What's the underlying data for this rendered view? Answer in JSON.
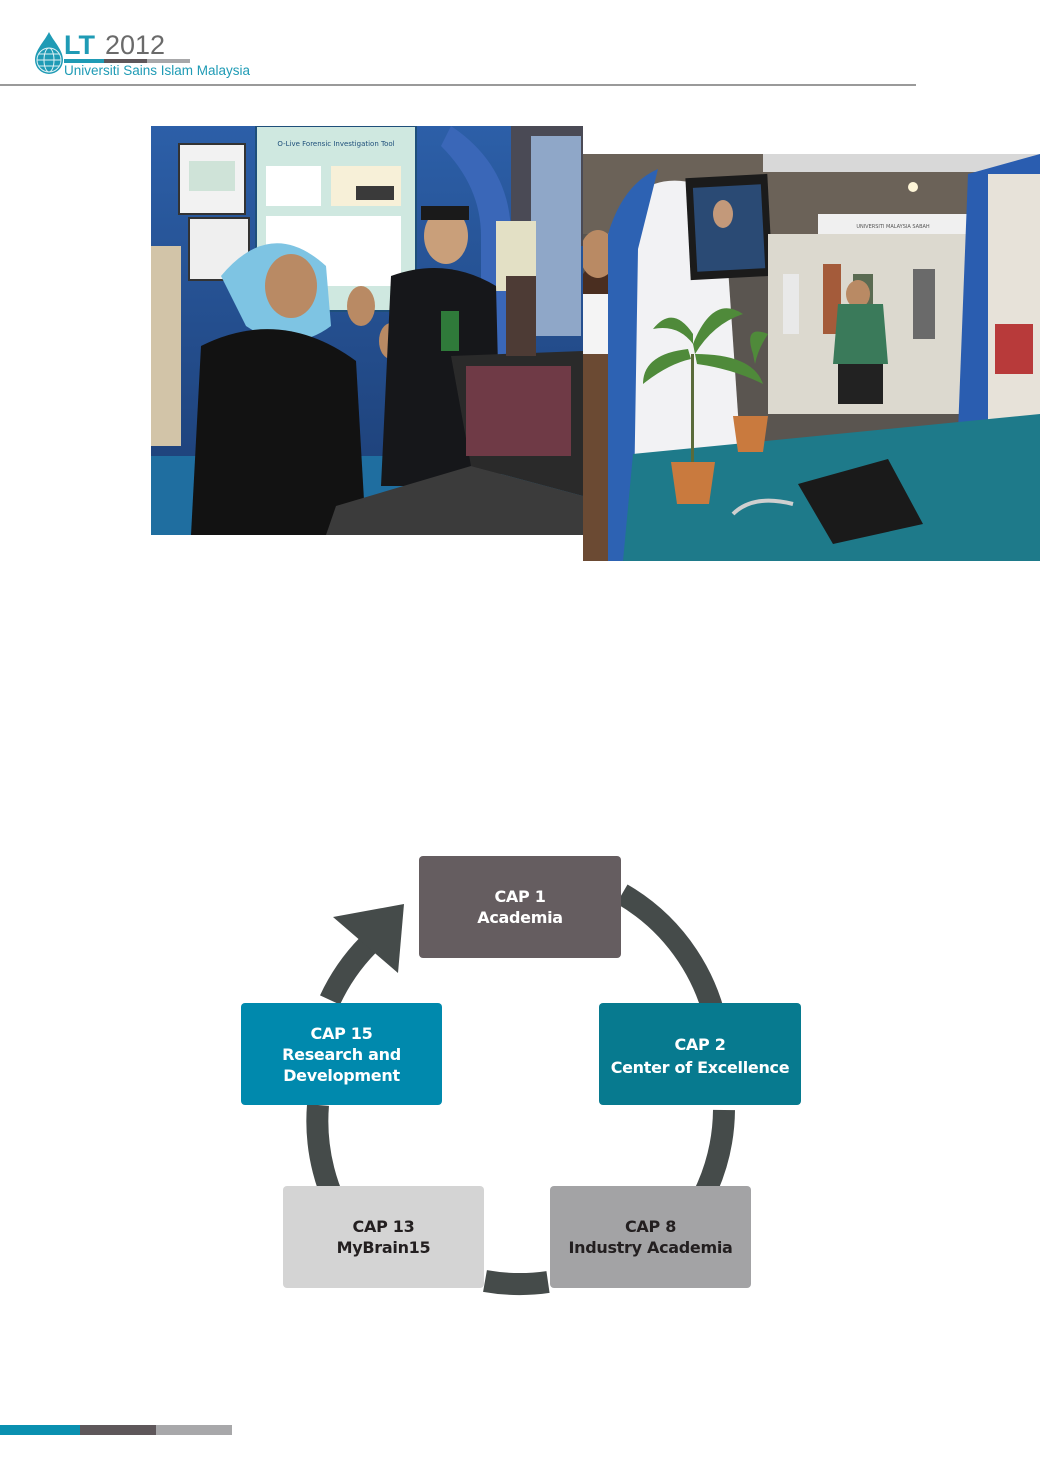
{
  "header": {
    "logo_lt": "LT",
    "logo_year": "2012",
    "logo_subtitle": "Universiti Sains Islam Malaysia",
    "brand_teal": "#1f9bb5",
    "brand_gray": "#6a6a6a"
  },
  "photos": {
    "left_poster_title": "O-Live Forensic Investigation Tool",
    "right_banner": "UNIVERSITI MALAYSIA SABAH"
  },
  "diagram": {
    "ring_color": "#454b4a",
    "boxes": [
      {
        "id": "cap1",
        "line1": "CAP 1",
        "line2": "Academia",
        "line3": "",
        "bg": "#655d60",
        "fg": "#ffffff"
      },
      {
        "id": "cap2",
        "line1": "CAP 2",
        "line2": "Center of Excellence",
        "line3": "",
        "bg": "#077a8f",
        "fg": "#ffffff"
      },
      {
        "id": "cap8",
        "line1": "CAP 8",
        "line2": "Industry Academia",
        "line3": "",
        "bg": "#a3a3a5",
        "fg": "#231f20"
      },
      {
        "id": "cap13",
        "line1": "CAP 13",
        "line2": "MyBrain15",
        "line3": "",
        "bg": "#d4d4d4",
        "fg": "#231f20"
      },
      {
        "id": "cap15",
        "line1": "CAP 15",
        "line2": "Research and",
        "line3": "Development",
        "bg": "#0089ad",
        "fg": "#ffffff"
      }
    ]
  },
  "footer": {
    "bar_colors": [
      "#0a90b0",
      "#5e575a",
      "#a8a8aa"
    ]
  }
}
